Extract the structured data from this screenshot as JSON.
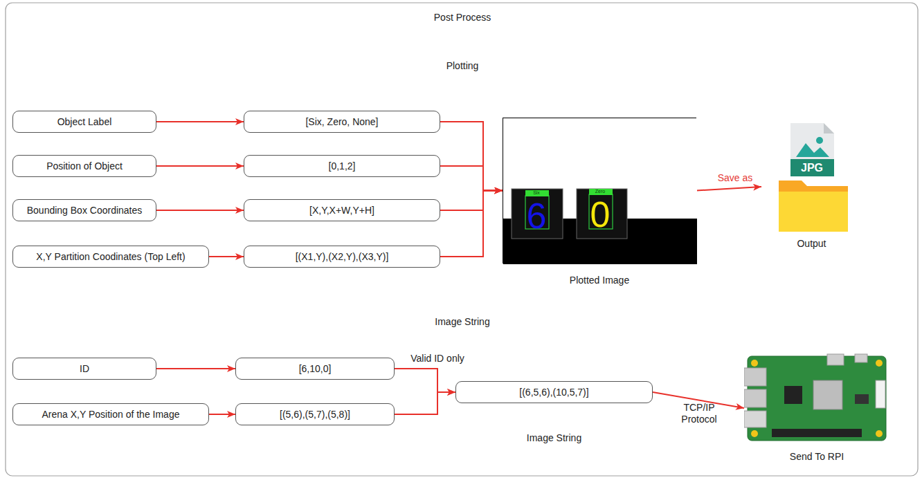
{
  "diagram": {
    "title": "Post Process",
    "nodes": [
      {
        "text": [
          "Object Label"
        ]
      },
      {
        "text": [
          "Position of Object"
        ]
      },
      {
        "text": [
          "Bounding Box Coordinates"
        ]
      },
      {
        "text": [
          "X,Y Partition Coodinates (Top Left)"
        ]
      },
      {
        "text": [
          "[Six, Zero, None]"
        ]
      },
      {
        "text": [
          "[0,1,2]"
        ]
      },
      {
        "text": [
          "[X,Y,X+W,Y+H]"
        ]
      },
      {
        "text": [
          "[(X1,Y),(X2,Y),(X3,Y)]"
        ]
      },
      {
        "text": [
          "Plotted Image"
        ]
      },
      {
        "text": [
          "Output"
        ]
      },
      {
        "text": [
          "ID"
        ]
      },
      {
        "text": [
          "Arena X,Y Position of the Image"
        ]
      },
      {
        "text": [
          "[6,10,0]"
        ]
      },
      {
        "text": [
          "[(5,6),(5,7),(5,8)]"
        ]
      },
      {
        "text": [
          "[(6,5,6),(10,5,7)]",
          "Image String"
        ]
      },
      {
        "text": [
          "Send To RPI"
        ]
      }
    ],
    "edges": [
      {
        "from": 0,
        "to": 4,
        "arrow": "to"
      },
      {
        "from": 1,
        "to": 5,
        "arrow": "to"
      },
      {
        "from": 2,
        "to": 6,
        "arrow": "to"
      },
      {
        "from": 3,
        "to": 7,
        "arrow": "to"
      },
      {
        "from": 4,
        "to": 8,
        "arrow": "to"
      },
      {
        "from": 5,
        "to": 8,
        "arrow": "to"
      },
      {
        "from": 6,
        "to": 8,
        "arrow": "to"
      },
      {
        "from": 7,
        "to": 8,
        "arrow": "to"
      },
      {
        "from": 8,
        "to": 9,
        "label": "Save as",
        "arrow": "to"
      },
      {
        "from": 10,
        "to": 12,
        "arrow": "to"
      },
      {
        "from": 11,
        "to": 13,
        "arrow": "to"
      },
      {
        "from": 12,
        "to": 14,
        "label": "Valid ID only",
        "arrow": "to"
      },
      {
        "from": 13,
        "to": 14,
        "arrow": "to"
      },
      {
        "from": 14,
        "to": 15,
        "label": "TCP/IP Protocol",
        "arrow": "to"
      }
    ],
    "labels": [
      "Plotting",
      "Six",
      "6",
      "Zero",
      "0",
      "JPG",
      "Image String"
    ]
  }
}
